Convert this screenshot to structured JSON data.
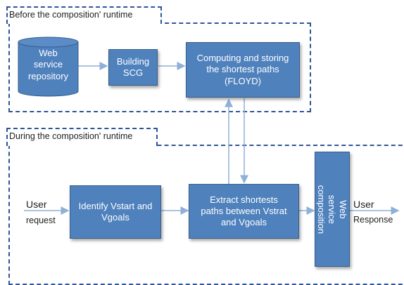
{
  "phases": {
    "before_label": "Before the composition' runtime",
    "during_label": "During the composition' runtime"
  },
  "nodes": {
    "repository": "Web\nservice\nrepository",
    "building_scg": "Building\nSCG",
    "floyd": "Computing and storing\nthe shortest paths\n(FLOYD)",
    "identify": "Identify Vstart and\nVgoals",
    "extract": "Extract  shortests\npaths between  Vstrat\nand Vgoals",
    "composition": "Web service\ncomposition"
  },
  "labels": {
    "user": "User",
    "request": "request",
    "user_right": "User",
    "response": "Response"
  },
  "colors": {
    "box_fill": "#4f81bd",
    "box_border": "#385d8a",
    "frame": "#2f5496",
    "arrow": "#8fb0d8"
  }
}
